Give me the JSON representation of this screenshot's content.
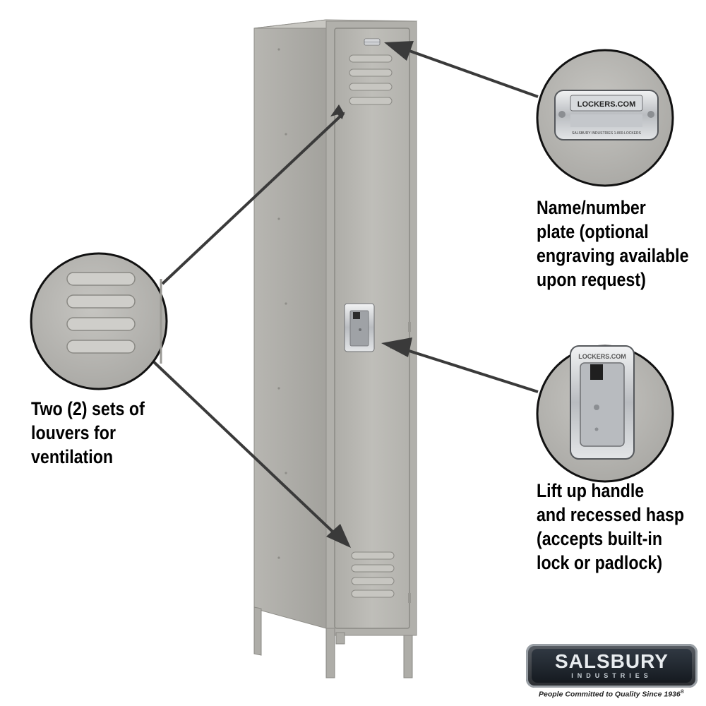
{
  "callouts": {
    "louvers": {
      "lines": [
        "Two (2) sets of",
        "louvers for",
        "ventilation"
      ]
    },
    "nameplate": {
      "lines": [
        "Name/number",
        "plate (optional",
        "engraving available",
        "upon request)"
      ],
      "plate_text": "LOCKERS.COM",
      "plate_subtext": "SALSBURY INDUSTRIES   1-800-LOCKERS"
    },
    "handle": {
      "lines": [
        "Lift up handle",
        "and recessed hasp",
        "(accepts built-in",
        "lock or padlock)"
      ],
      "handle_text": "LOCKERS.COM"
    }
  },
  "brand": {
    "logo_word": "SALSBURY",
    "logo_sub": "INDUSTRIES",
    "tagline": "People Committed to Quality Since 1936",
    "tagline_mark": "®"
  },
  "colors": {
    "locker_front": "#b9b8b3",
    "locker_side": "#a9a8a3",
    "arrow": "#3a3a3a",
    "text": "#000000"
  }
}
